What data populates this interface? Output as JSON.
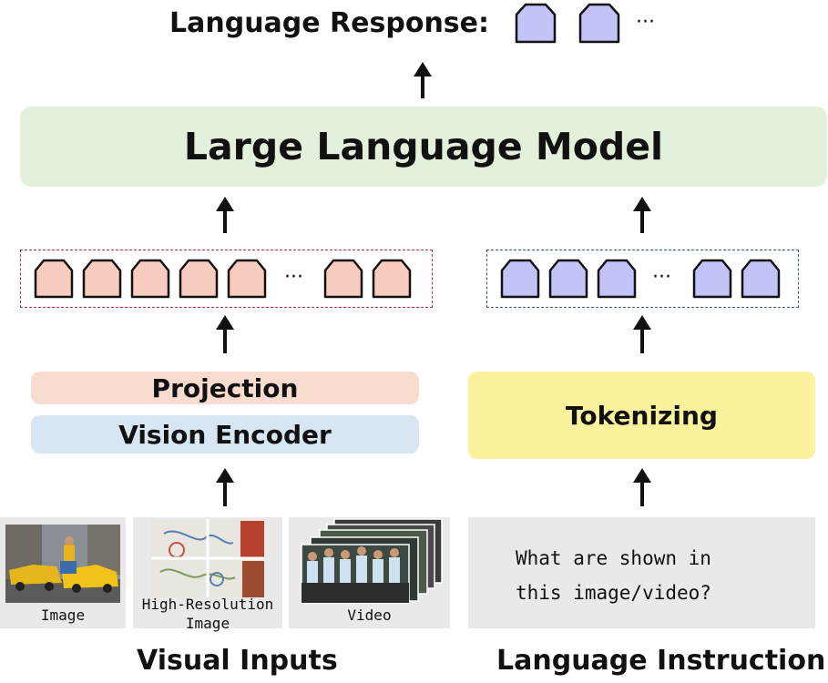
{
  "header": {
    "response_label": "Language Response:",
    "ellipsis": "···"
  },
  "llm": {
    "label": "Large Language Model"
  },
  "visual_branch": {
    "projection_label": "Projection",
    "encoder_label": "Vision Encoder",
    "token_color": "#f9ccc0",
    "box_border_color": "#c0304a",
    "ellipsis": "···"
  },
  "text_branch": {
    "tokenizing_label": "Tokenizing",
    "token_color": "#c3c3f7",
    "box_border_color": "#3a5a8a",
    "ellipsis": "···"
  },
  "inputs": {
    "image_caption": "Image",
    "highres_caption_line1": "High-Resolution",
    "highres_caption_line2": "Image",
    "video_caption": "Video",
    "instruction_line1": "What are shown in",
    "instruction_line2": "this image/video?"
  },
  "footer": {
    "visual_label": "Visual Inputs",
    "language_label": "Language Instruction"
  },
  "icons": [
    "arrow-up-icon",
    "token-icon"
  ]
}
